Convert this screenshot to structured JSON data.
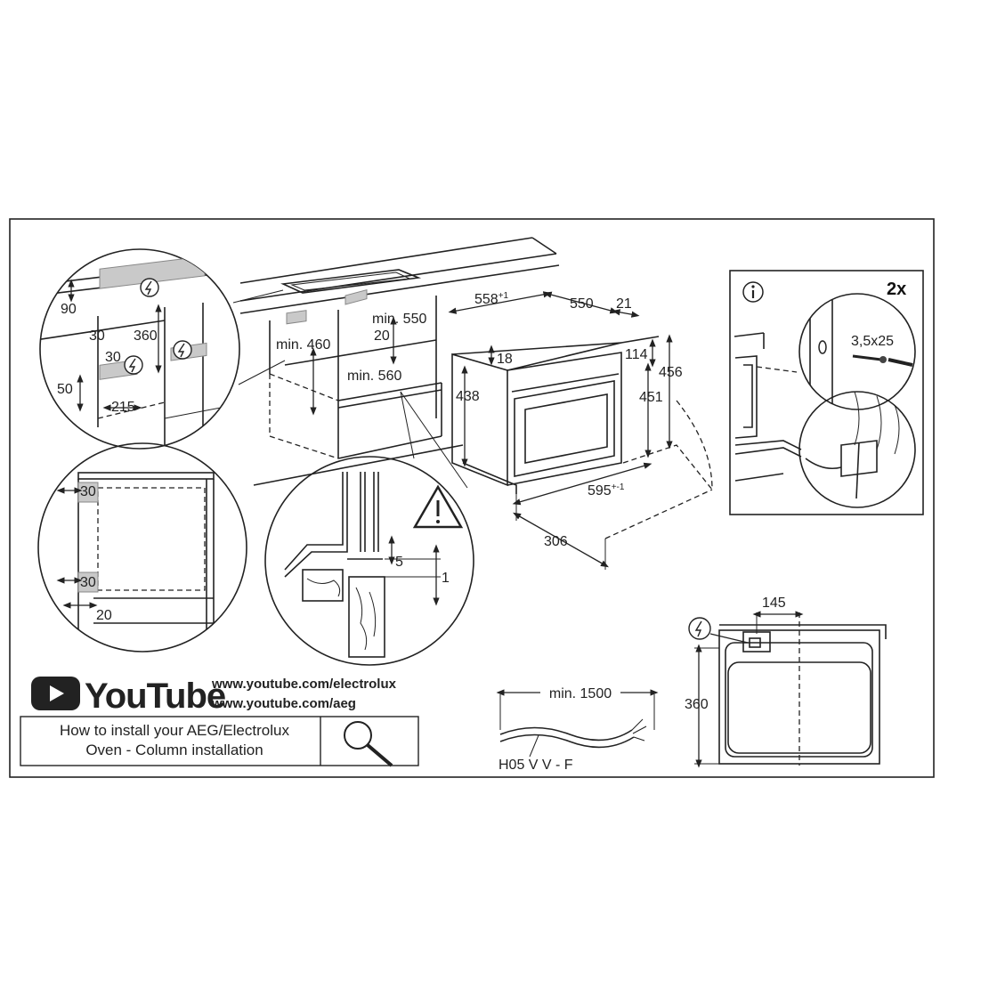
{
  "dimensions": {
    "cabinet": {
      "top_clearance": "90",
      "top_left_offset": "30",
      "socket_height": "360",
      "side_offset": "30",
      "bottom_height": "50",
      "width_215": "215"
    },
    "niche": {
      "min_depth": "min. 550",
      "min_height": "min. 460",
      "gap": "20",
      "min_width": "min. 560"
    },
    "oven": {
      "total_width": "558",
      "total_width_sup": "+1",
      "depth": "550",
      "panel": "21",
      "top_offset": "18",
      "height_438": "438",
      "height_114": "114",
      "height_451": "451",
      "height_456": "456",
      "front_width": "595",
      "front_width_sup": "+-1",
      "depth_306": "306"
    },
    "detail": {
      "gap_5": "5",
      "gap_1": "1"
    },
    "front_view": {
      "top_30": "30",
      "bottom_30": "30",
      "side_20": "20"
    },
    "fixing": {
      "count": "2x",
      "screw": "3,5x25"
    },
    "socket_view": {
      "width": "145",
      "height": "360"
    },
    "cable": {
      "min_length": "min. 1500",
      "type": "H05 V V - F"
    }
  },
  "youtube": {
    "logo_text": "YouTube",
    "url1": "www.youtube.com/electrolux",
    "url2": "www.youtube.com/aeg"
  },
  "caption": {
    "line1": "How to install your AEG/Electrolux",
    "line2": "Oven - Column installation"
  },
  "icons": [
    "info-icon",
    "warning-icon",
    "electric-hazard-icon",
    "youtube-play-icon",
    "magnifier-icon"
  ]
}
